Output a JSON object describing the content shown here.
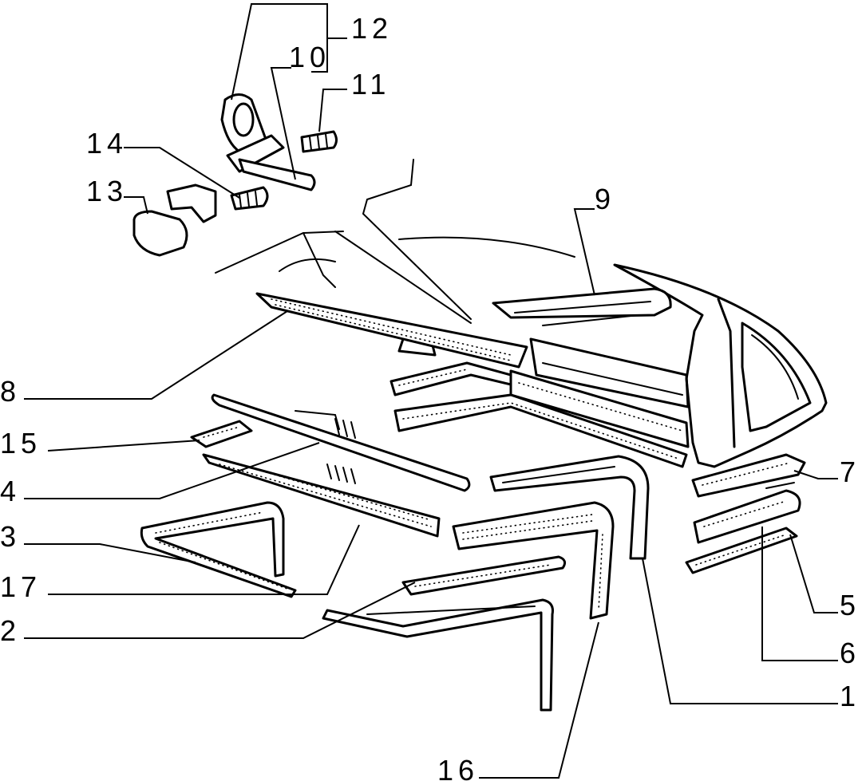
{
  "diagram": {
    "type": "exploded parts diagram",
    "callouts": {
      "c1": "1",
      "c2": "2",
      "c3": "3",
      "c4": "4",
      "c5": "5",
      "c6": "6",
      "c7": "7",
      "c8": "8",
      "c9": "9",
      "c10": "10",
      "c11": "11",
      "c12": "12",
      "c13": "13",
      "c14": "14",
      "c15": "15",
      "c16": "16",
      "c17": "17"
    }
  }
}
